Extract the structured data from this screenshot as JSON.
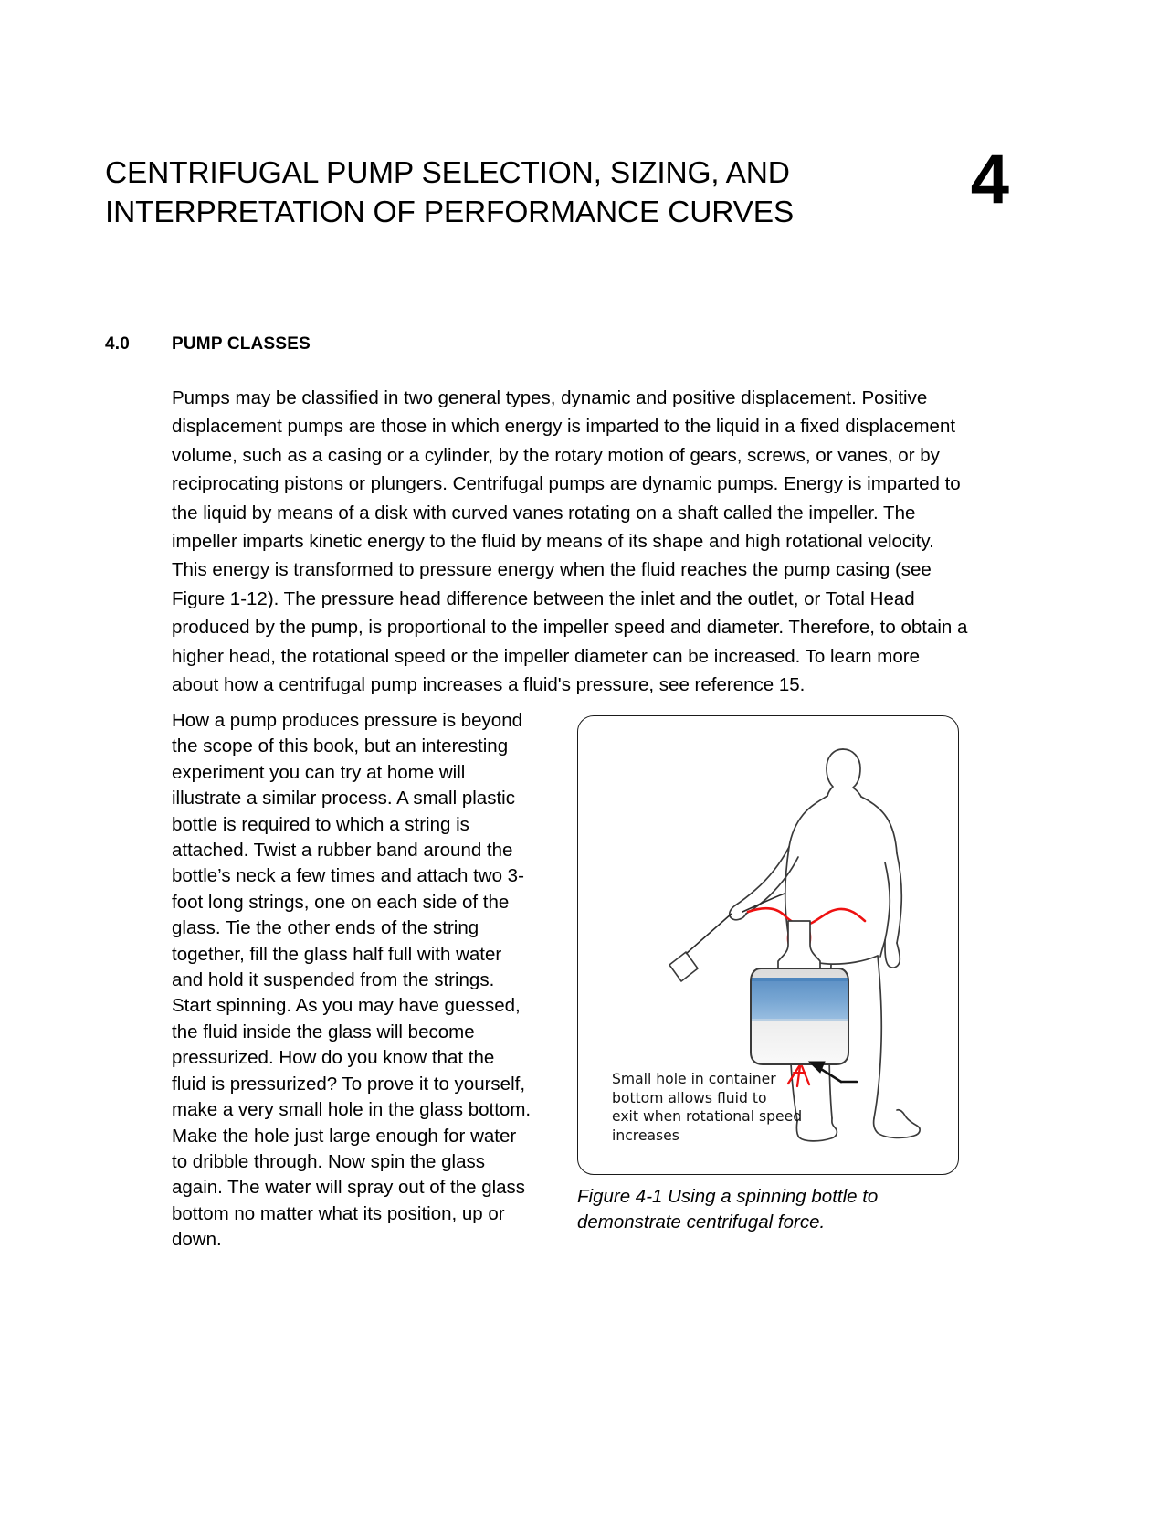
{
  "chapter": {
    "title": "CENTRIFUGAL PUMP SELECTION, SIZING, AND INTERPRETATION OF PERFORMANCE CURVES",
    "number": "4"
  },
  "section": {
    "number": "4.0",
    "title": "PUMP CLASSES"
  },
  "body": {
    "paragraph_1": "Pumps may be classified in two general types, dynamic and positive displacement. Positive displacement pumps are those in which energy is imparted to the liquid in a fixed displacement volume, such as a casing or a cylinder, by the rotary motion of gears, screws, or vanes, or by reciprocating pistons or plungers. Centrifugal pumps are dynamic pumps. Energy is imparted to the liquid by means of a disk with curved vanes rotating on a shaft called the impeller. The impeller imparts kinetic energy to the fluid by means of its shape and high rotational velocity. This energy is transformed to pressure energy when the fluid reaches the pump casing (see Figure 1-12). The pressure head difference between the inlet and the outlet, or Total Head produced by the pump, is proportional to the impeller speed and diameter. Therefore, to obtain a higher head, the rotational speed or the impeller diameter can be increased. To learn more about how a centrifugal pump increases a fluid's pressure, see reference 15.",
    "paragraph_2": "How a pump produces pressure is beyond the scope of this book, but an interesting experiment you can try at home will illustrate a similar process. A small plastic bottle is required to which a string is attached. Twist a rubber band around the bottle’s neck a few times and attach two 3-foot long strings, one on each side of the glass. Tie the other ends of the string together, fill the glass half full with water and hold it suspended from the strings. Start spinning. As you may have guessed, the fluid inside the glass will become pressurized. How do you know that the fluid is pressurized? To prove it to yourself, make a very small hole in the glass bottom. Make the hole just large enough for water to dribble through. Now spin the glass again. The water will spray out of the glass bottom no matter what its position, up or down."
  },
  "figure": {
    "annotation": "Small hole in container\nbottom allows fluid to\nexit when rotational speed\nincreases",
    "caption": "Figure 4-1 Using a spinning bottle to demonstrate centrifugal force.",
    "colors": {
      "water": "#6699cc",
      "water_dark": "#5b8fc4",
      "spray": "#ee1111",
      "string": "#ee1111",
      "outline": "#333333"
    }
  }
}
